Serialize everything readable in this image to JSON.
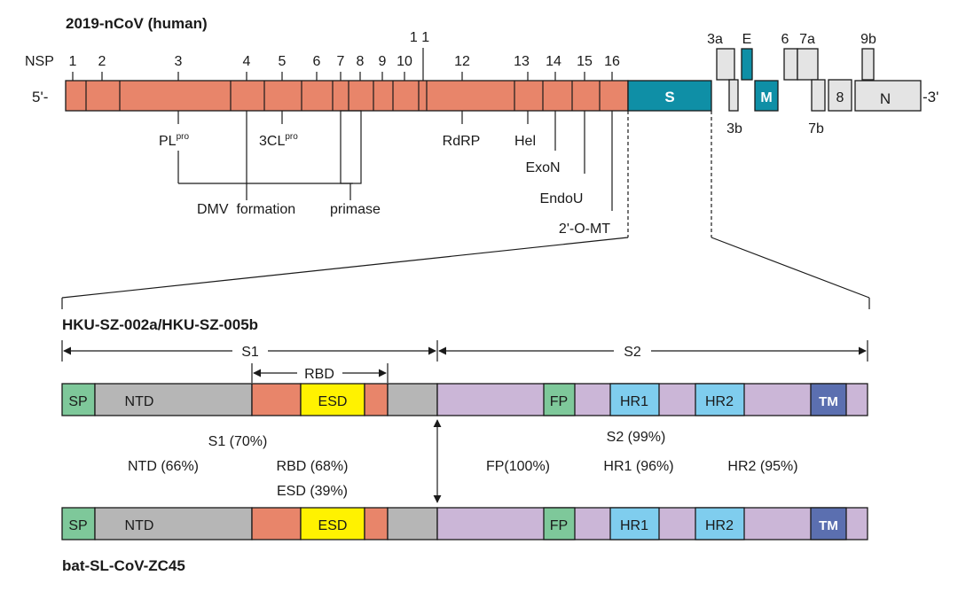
{
  "genome": {
    "title": "2019-nCoV (human)",
    "nsp_label": "NSP",
    "five_prime": "5'-",
    "three_prime": "-3'",
    "nsp_numbers": [
      "1",
      "2",
      "3",
      "4",
      "5",
      "6",
      "7",
      "8",
      "9",
      "10",
      "1 1",
      "12",
      "13",
      "14",
      "15",
      "16"
    ],
    "spike": "S",
    "membrane": "M",
    "orfs": {
      "orf3a": "3a",
      "envelope": "E",
      "orf6": "6",
      "orf7a": "7a",
      "orf9b": "9b",
      "orf3b": "3b",
      "orf7b": "7b",
      "orf8": "8",
      "nucleocapsid": "N"
    },
    "functions": {
      "plpro_base": "PL",
      "plpro_sup": "pro",
      "clpro_base": "3CL",
      "clpro_sup": "pro",
      "rdrp": "RdRP",
      "hel": "Hel",
      "exon": "ExoN",
      "endou": "EndoU",
      "omt": "2'-O-MT",
      "dmv": "DMV  formation",
      "primase": "primase"
    }
  },
  "spike_comparison": {
    "top_strain": "HKU-SZ-002a/HKU-SZ-005b",
    "bottom_strain": "bat-SL-CoV-ZC45",
    "s1": "S1",
    "s2": "S2",
    "rbd": "RBD",
    "domains": {
      "sp": "SP",
      "ntd": "NTD",
      "esd": "ESD",
      "fp": "FP",
      "hr1": "HR1",
      "hr2": "HR2",
      "tm": "TM"
    },
    "identity": {
      "s1": "S1 (70%)",
      "s2": "S2 (99%)",
      "ntd": "NTD (66%)",
      "rbd": "RBD (68%)",
      "esd": "ESD (39%)",
      "fp": "FP(100%)",
      "hr1": "HR1 (96%)",
      "hr2": "HR2 (95%)"
    }
  },
  "colors": {
    "nsp": "#e8856a",
    "spike": "#0f8fa6",
    "orf": "#e4e4e4",
    "sp": "#7ec89a",
    "ntd": "#b6b6b6",
    "esd": "#fff200",
    "s2": "#cbb6d7",
    "hr": "#7fcdee",
    "tm": "#5b6fb0"
  }
}
